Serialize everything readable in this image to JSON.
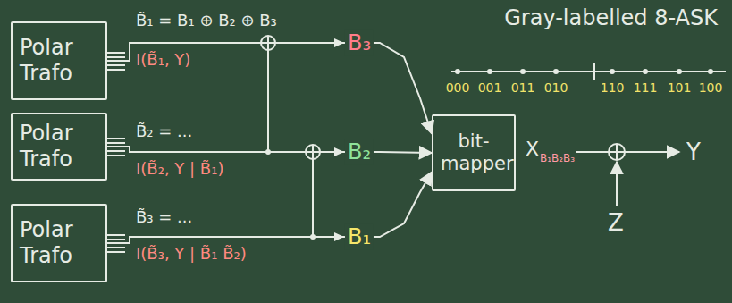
{
  "diagram": {
    "title": "Gray-labelled 8-ASK",
    "nodes": [
      {
        "text": [
          "Polar Trafo"
        ]
      },
      {
        "text": [
          "Polar Trafo"
        ]
      },
      {
        "text": [
          "Polar Trafo"
        ]
      },
      {
        "text": [
          "bit- mapper"
        ]
      }
    ],
    "edges": [
      {
        "from": 0,
        "to": 3,
        "arrow": "to",
        "label": "B₃"
      },
      {
        "from": 1,
        "to": 3,
        "arrow": "to",
        "label": "B₂"
      },
      {
        "from": 2,
        "to": 3,
        "arrow": "to",
        "label": "B₁"
      }
    ],
    "labels": [
      "B̃₁ = B₁ ⊕ B₂ ⊕ B₃",
      "I(B̃₁, Y)",
      "B̃₂ = ...",
      "I(B̃₂, Y | B̃₁)",
      "B̃₃ = ...",
      "I(B̃₃, Y | B̃₁ B̃₂)",
      "000",
      "001",
      "011",
      "010",
      "110",
      "111",
      "101",
      "100",
      "X",
      "B₁B₂B₃",
      "Y",
      "Z"
    ]
  }
}
